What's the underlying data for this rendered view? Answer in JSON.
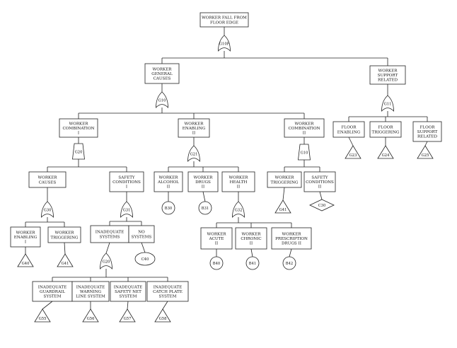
{
  "boxes": {
    "top": [
      "WORKER FALL FROM",
      "FLOOR EDGE"
    ],
    "general": [
      "WORKER",
      "GENERAL",
      "CAUSES"
    ],
    "support": [
      "WORKER",
      "SUPPORT",
      "RELATED"
    ],
    "comb1": [
      "WORKER",
      "COMBINATION",
      "I"
    ],
    "enab2": [
      "WORKER",
      "ENABLING",
      "II"
    ],
    "comb2": [
      "WORKER",
      "COMBINATION",
      "II"
    ],
    "floor_enab": [
      "FLOOR",
      "ENABLING"
    ],
    "floor_trig": [
      "FLOOR",
      "TRIGGERING"
    ],
    "floor_supp": [
      "FLOOR",
      "SUPPORT",
      "RELATED"
    ],
    "w_causes": [
      "WORKER",
      "CAUSES"
    ],
    "safety1": [
      "SAFETY",
      "CONDITIONS",
      "I"
    ],
    "alcohol": [
      "WORKER",
      "ALCOHOL",
      "II"
    ],
    "drugs": [
      "WORKER",
      "DRUGS",
      "II"
    ],
    "health": [
      "WORKER",
      "HEALTH",
      "II"
    ],
    "trig2": [
      "WORKER",
      "TRIGGERING"
    ],
    "safety2": [
      "SAFETY",
      "CONDITIONS",
      "II"
    ],
    "enab1": [
      "WORKER",
      "ENABLING",
      "I"
    ],
    "trig1": [
      "WORKER",
      "TRIGGERING"
    ],
    "inad_sys": [
      "INADEQUATE",
      "SYSTEMS"
    ],
    "no_sys": [
      "NO",
      "SYSTEMS"
    ],
    "acute": [
      "WORKER",
      "ACUTE",
      "II"
    ],
    "chronic": [
      "WORKER",
      "CHRONIC",
      "II"
    ],
    "prescription": [
      "WORKER",
      "PRESCRIPTION",
      "DRUGS  II"
    ],
    "guardrail": [
      "INADEQUATE",
      "GUARDRAIL",
      "SYSTEM"
    ],
    "warning": [
      "INADEQUATE",
      "WARNING",
      "LINE SYSTEM"
    ],
    "safetynet": [
      "INADEQUATE",
      "SAFETY NET",
      "SYSTEM"
    ],
    "catch": [
      "INADEQUATE",
      "CATCH PLATE",
      "SYSTEM"
    ]
  },
  "gates": {
    "gtop": "G10P",
    "g10": "G10",
    "g11": "G11",
    "g20": "G20",
    "g21": "G21",
    "g10b": "G10",
    "g30": "G30",
    "g31": "G31",
    "g32": "G32",
    "g20b": "G20"
  },
  "leaves": {
    "g23": "G23",
    "g24": "G24",
    "g25": "G25",
    "b30": "B30",
    "b31": "B31",
    "g41b": "G41",
    "c30": "C30",
    "g40": "G40",
    "g41": "G41",
    "c40": "C40",
    "b40": "B40",
    "b41": "B41",
    "b42": "B42",
    "g55": "G55",
    "g56": "G56",
    "g57": "G57",
    "g58": "G58"
  }
}
